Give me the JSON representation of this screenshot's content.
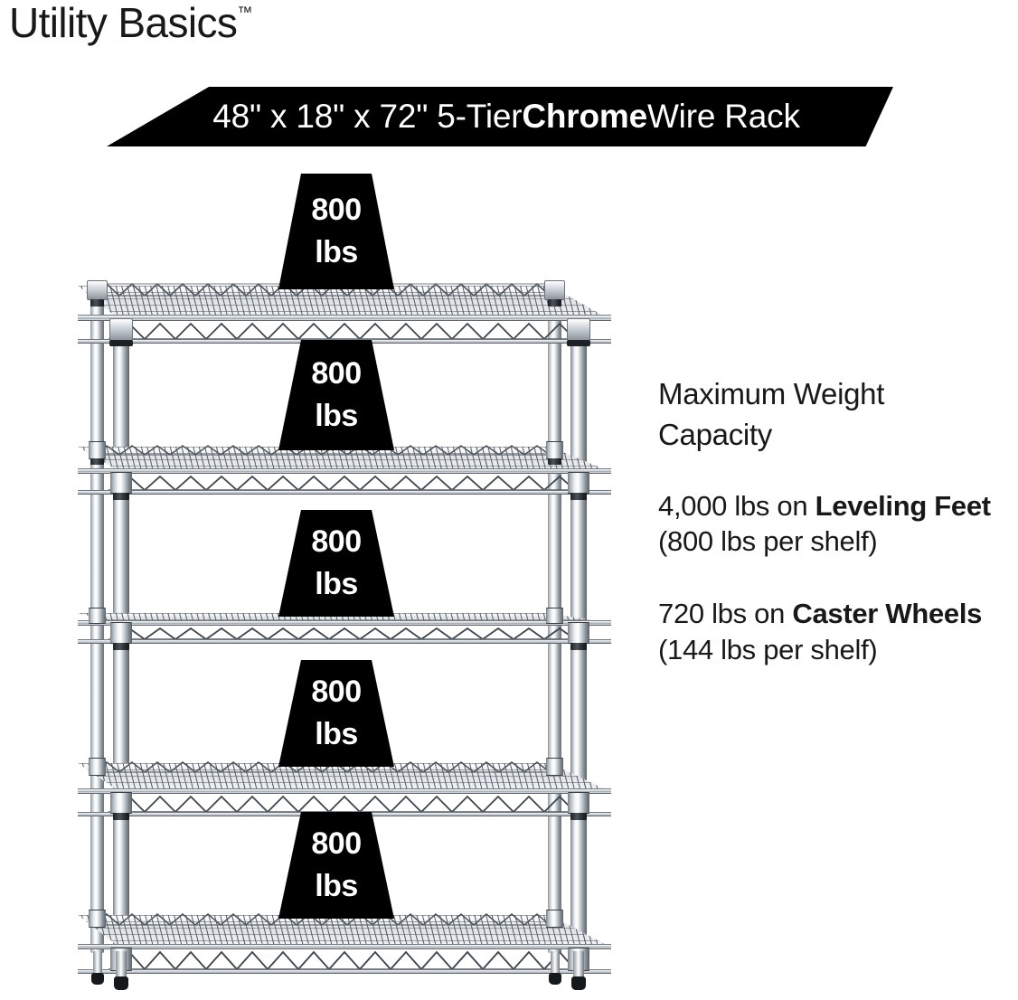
{
  "brand": {
    "name": "Utility Basics",
    "trademark": "™"
  },
  "banner": {
    "text_before": "48\" x 18\" x 72\" 5-Tier ",
    "text_bold": "Chrome",
    "text_after": " Wire Rack",
    "full_text": "48\" x 18\" x 72\" 5-Tier Chrome Wire Rack",
    "background_color": "#000000",
    "text_color": "#ffffff"
  },
  "specs": {
    "heading": "Maximum Weight Capacity",
    "items": [
      {
        "lead": "4,000 lbs on ",
        "bold": "Leveling Feet",
        "tail": " (800 lbs per shelf)",
        "full_text": "4,000 lbs on Leveling Feet (800 lbs per shelf)"
      },
      {
        "lead": "720 lbs on ",
        "bold": "Caster Wheels",
        "tail": " (144 lbs per shelf)",
        "full_text": "720 lbs on Caster Wheels (144 lbs per shelf)"
      }
    ]
  },
  "product": {
    "type": "5-tier chrome wire shelving rack",
    "shelf_count": 5,
    "finish_color": "#e9ecef",
    "wire_color": "#4a5058",
    "foot_color": "#16191c"
  },
  "shelf_badges": [
    {
      "number": "800",
      "unit": "lbs"
    },
    {
      "number": "800",
      "unit": "lbs"
    },
    {
      "number": "800",
      "unit": "lbs"
    },
    {
      "number": "800",
      "unit": "lbs"
    },
    {
      "number": "800",
      "unit": "lbs"
    }
  ]
}
